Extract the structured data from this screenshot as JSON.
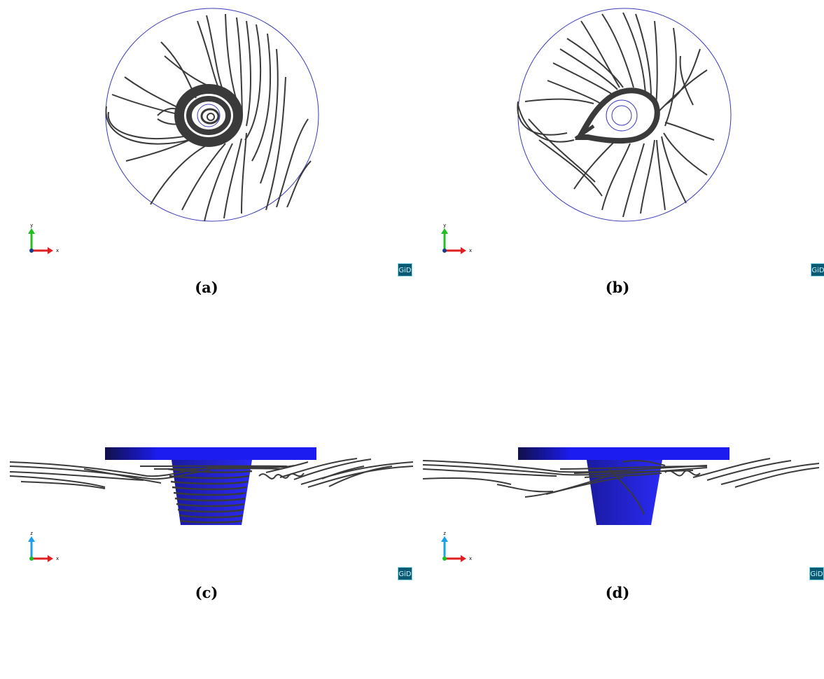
{
  "figure": {
    "panels": [
      {
        "id": "a",
        "caption": "(a)",
        "axes": [
          "y",
          "x"
        ],
        "logo": "GiD"
      },
      {
        "id": "b",
        "caption": "(b)",
        "axes": [
          "y",
          "x"
        ],
        "logo": "GiD"
      },
      {
        "id": "c",
        "caption": "(c)",
        "axes": [
          "z",
          "x"
        ],
        "logo": "GiD"
      },
      {
        "id": "d",
        "caption": "(d)",
        "axes": [
          "z",
          "x"
        ],
        "logo": "GiD"
      }
    ]
  },
  "colors": {
    "streamline": "#3a3a3a",
    "domain_outline": "#3a3ab8",
    "pier_blue": "#1c1cf0",
    "axis_x": "#e02020",
    "axis_y": "#20c020",
    "axis_z": "#1aa0e8"
  }
}
